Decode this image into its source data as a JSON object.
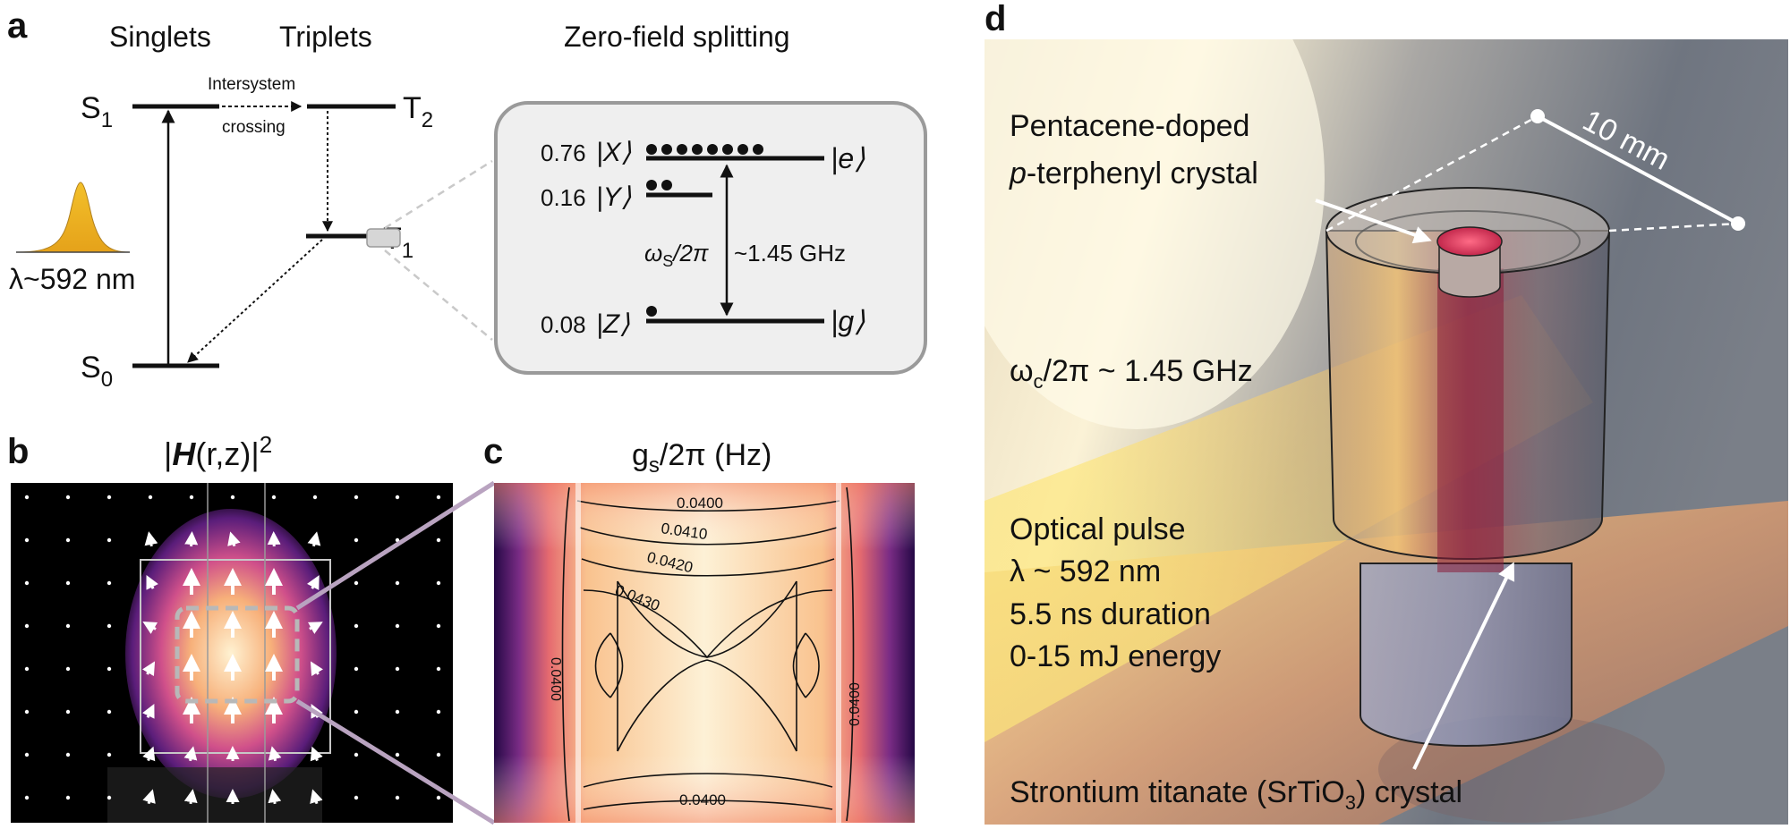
{
  "panels": {
    "a": {
      "letter": "a",
      "singlets": "Singlets",
      "triplets": "Triplets",
      "zfs_title": "Zero-field splitting",
      "s1": "S",
      "s1_sub": "1",
      "t2": "T",
      "t2_sub": "2",
      "t1": "T",
      "t1_sub": "1",
      "s0": "S",
      "s0_sub": "0",
      "isc_1": "Intersystem",
      "isc_2": "crossing",
      "wavelength": "λ~592 nm",
      "zfs": {
        "x_pop": "0.76",
        "x_ket": "|X⟩",
        "y_pop": "0.16",
        "y_ket": "|Y⟩",
        "z_pop": "0.08",
        "z_ket": "|Z⟩",
        "e_ket": "|e⟩",
        "g_ket": "|g⟩",
        "omega": "ω",
        "omega_sub": "S",
        "omega_rest": "/2π",
        "freq": "~1.45 GHz"
      }
    },
    "b": {
      "letter": "b",
      "title_pre": "|",
      "title_h": "H",
      "title_mid": "(r,z)|",
      "title_sup": "2"
    },
    "c": {
      "letter": "c",
      "title": "g",
      "title_sub": "s",
      "title_rest": "/2π (Hz)",
      "contours": [
        "0.0400",
        "0.0410",
        "0.0420",
        "0.0430",
        "0.0400",
        "0.0400",
        "0.0400"
      ]
    },
    "d": {
      "letter": "d",
      "dimension": "10 mm",
      "crystal_line1": "Pentacene-doped",
      "crystal_line2_italic": "p",
      "crystal_line2_rest": "-terphenyl crystal",
      "omega_c": "ω",
      "omega_c_sub": "c",
      "omega_c_rest": "/2π ~ 1.45 GHz",
      "pulse_1": "Optical pulse",
      "pulse_2": "λ ~ 592 nm",
      "pulse_3": "5.5 ns duration",
      "pulse_4": "0-15 mJ energy",
      "srtio3_pre": "Strontium titanate (SrTiO",
      "srtio3_sub": "3",
      "srtio3_post": ") crystal"
    }
  },
  "colors": {
    "pulse_gold": "#e8b020",
    "zfs_box": "#efefef",
    "zfs_border": "#9a9a9a",
    "zoom_lines": "#b9a3c0",
    "field_hot": "#ffe6b8",
    "field_edge": "#3a0f5a",
    "map_center": "#fdf1d8",
    "map_edge": "#2a0a4a"
  }
}
